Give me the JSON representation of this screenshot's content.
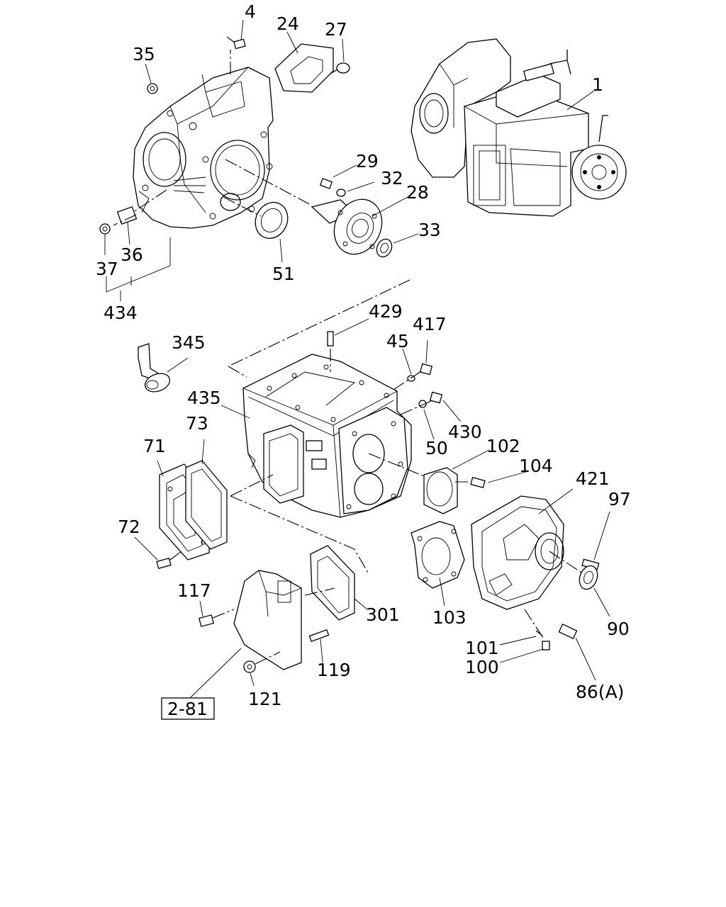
{
  "diagram": {
    "callouts": {
      "c1": "1",
      "c4": "4",
      "c24": "24",
      "c27": "27",
      "c35": "35",
      "c29": "29",
      "c32": "32",
      "c28": "28",
      "c33": "33",
      "c37": "37",
      "c36": "36",
      "c51": "51",
      "c434": "434",
      "c429": "429",
      "c417": "417",
      "c45": "45",
      "c345": "345",
      "c435": "435",
      "c430": "430",
      "c73": "73",
      "c71": "71",
      "c50": "50",
      "c102": "102",
      "c104": "104",
      "c421": "421",
      "c97": "97",
      "c72": "72",
      "c117": "117",
      "c301": "301",
      "c103": "103",
      "c90": "90",
      "c101": "101",
      "c100": "100",
      "c119": "119",
      "c121": "121",
      "c86": "86(A)"
    },
    "reference_box": "2-81"
  }
}
